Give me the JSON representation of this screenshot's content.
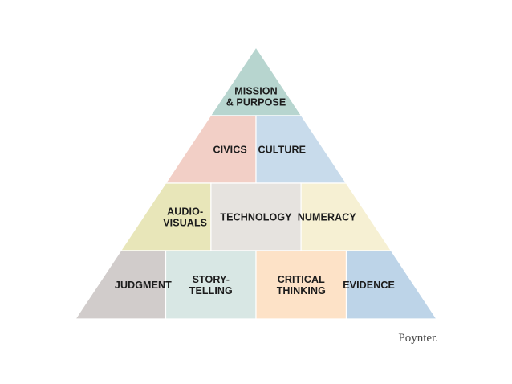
{
  "pyramid": {
    "tiers": [
      [
        {
          "label": [
            "MISSION",
            "& PURPOSE"
          ],
          "color": "#b7d5cf"
        }
      ],
      [
        {
          "label": [
            "CIVICS"
          ],
          "color": "#f2cfc6"
        },
        {
          "label": [
            "CULTURE"
          ],
          "color": "#c8dbeb"
        }
      ],
      [
        {
          "label": [
            "AUDIO-",
            "VISUALS"
          ],
          "color": "#e8e6b9"
        },
        {
          "label": [
            "TECHNOLOGY"
          ],
          "color": "#e6e3df"
        },
        {
          "label": [
            "NUMERACY"
          ],
          "color": "#f6f0d3"
        }
      ],
      [
        {
          "label": [
            "JUDGMENT"
          ],
          "color": "#d1cccb"
        },
        {
          "label": [
            "STORY-",
            "TELLING"
          ],
          "color": "#d8e7e4"
        },
        {
          "label": [
            "CRITICAL",
            "THINKING"
          ],
          "color": "#fde2c7"
        },
        {
          "label": [
            "EVIDENCE"
          ],
          "color": "#bdd4e8"
        }
      ]
    ]
  },
  "brand": {
    "name": "Poynter."
  }
}
